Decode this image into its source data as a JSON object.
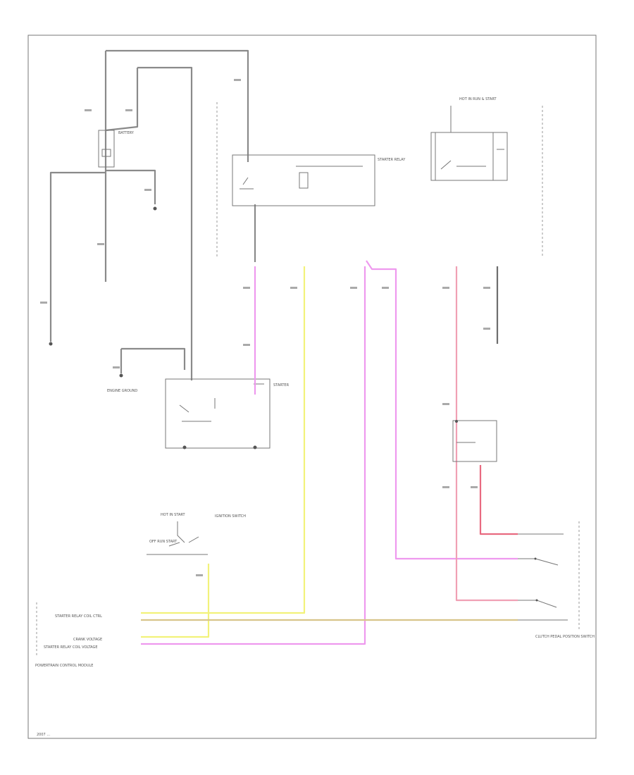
{
  "colors": {
    "yellow_wire": "#f2f27a",
    "magenta_wire": "#ee99ee",
    "pink_wire": "#f0a0b4",
    "red_wire": "#e86a80",
    "tan_wire": "#d8c48a",
    "gray_wire": "#8a8a8a"
  },
  "labels": {
    "battery": "BATTERY",
    "starter": "STARTER",
    "starter_relay": "STARTER RELAY",
    "ignition_switch": "IGNITION SWITCH",
    "ignition_switch_position": "HOT IN START",
    "hot_in_run": "HOT IN RUN & START",
    "engine_ground": "ENGINE GROUND",
    "clutch_switch": "CLUTCH PEDAL POSITION SWITCH",
    "pcm": "POWERTRAIN CONTROL MODULE",
    "starter_relay_coil_ctrl": "STARTER RELAY COIL CTRL",
    "starter_relay_coil_voltage": "STARTER RELAY COIL VOLTAGE",
    "crank_voltage": "CRANK VOLTAGE",
    "off_run_start": "OFF RUN START",
    "footer": "2007 ..."
  }
}
